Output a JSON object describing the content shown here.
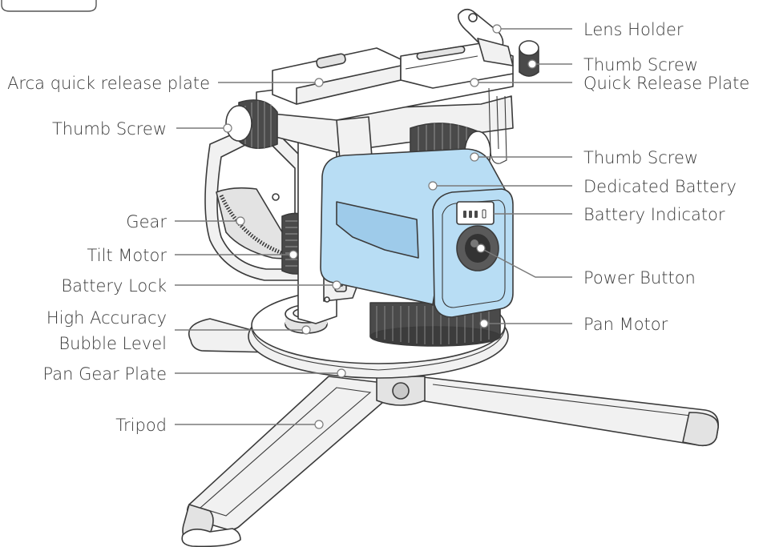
{
  "labels": {
    "lens_holder": "Lens Holder",
    "thumb_screw_top": "Thumb Screw",
    "arca_plate": "Arca quick release plate",
    "quick_release_plate": "Quick Release Plate",
    "thumb_screw_left": "Thumb Screw",
    "thumb_screw_right": "Thumb Screw",
    "dedicated_battery": "Dedicated Battery",
    "battery_indicator": "Battery Indicator",
    "gear": "Gear",
    "tilt_motor": "Tilt Motor",
    "power_button": "Power Button",
    "battery_lock": "Battery Lock",
    "bubble_level_line1": "High Accuracy",
    "bubble_level_line2": "Bubble Level",
    "pan_motor": "Pan Motor",
    "pan_gear_plate": "Pan Gear Plate",
    "tripod": "Tripod"
  },
  "colors": {
    "battery_fill": "#b8ddf4",
    "line": "#3b3b3b",
    "leader": "#7a7a7a"
  }
}
